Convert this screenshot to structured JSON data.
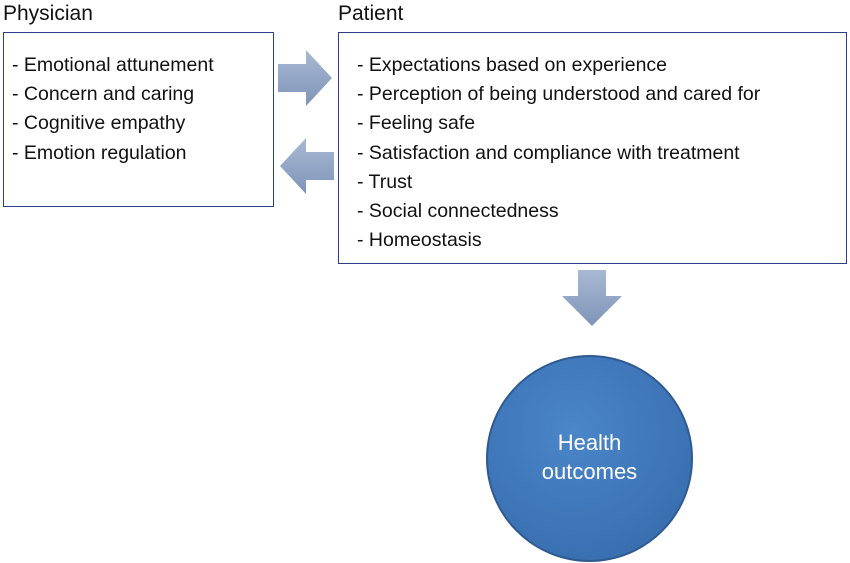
{
  "physician": {
    "heading": "Physician",
    "items": [
      "- Emotional attunement",
      "- Concern and caring",
      "- Cognitive empathy",
      "- Emotion regulation"
    ]
  },
  "patient": {
    "heading": "Patient",
    "items": [
      "- Expectations based on experience",
      "- Perception of being understood and cared for",
      "- Feeling safe",
      "- Satisfaction and compliance with treatment",
      "- Trust",
      "- Social connectedness",
      "- Homeostasis"
    ]
  },
  "outcome": {
    "label": "Health outcomes"
  },
  "colors": {
    "box_border": "#2b3f8c",
    "arrow_fill": "#8fa3c4",
    "circle_fill": "#3e76b8",
    "circle_text": "#ffffff"
  }
}
